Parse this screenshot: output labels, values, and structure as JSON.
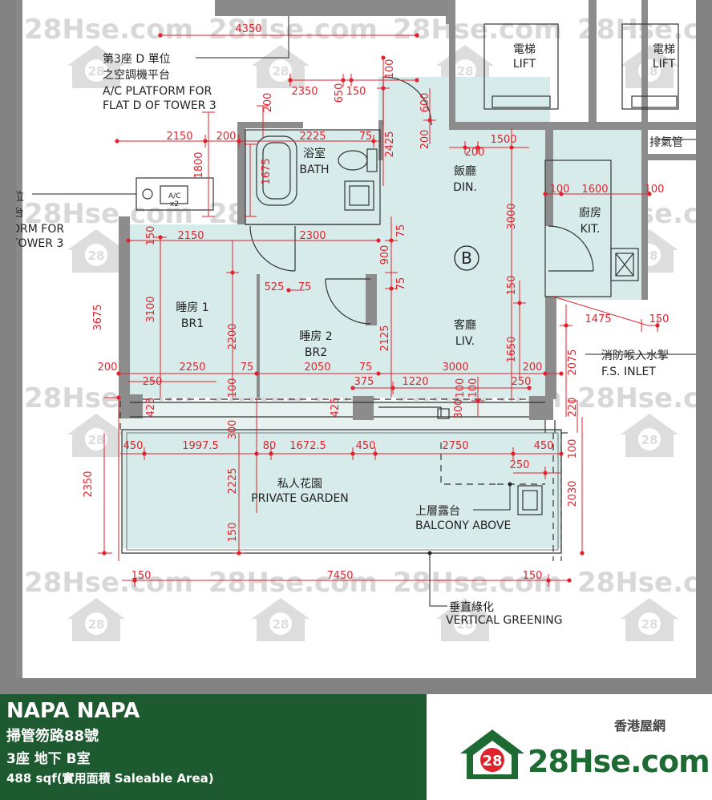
{
  "footer": {
    "project_name": "NAPA NAPA",
    "address": "掃管笏路88號",
    "unit": "3座 地下 B室",
    "area": "488 sqf(實用面積 Saleable Area)",
    "tagline": "香港屋網",
    "logo_text": "28Hse.com",
    "logo_badge": "28"
  },
  "watermark": {
    "text": "28Hse.com",
    "badge": "28"
  },
  "plan": {
    "unit_letter": "B",
    "rooms": {
      "bath": {
        "zh": "浴室",
        "en": "BATH"
      },
      "dining": {
        "zh": "飯廳",
        "en": "DIN."
      },
      "kitchen": {
        "zh": "廚房",
        "en": "KIT."
      },
      "br1": {
        "zh": "睡房 1",
        "en": "BR1"
      },
      "br2": {
        "zh": "睡房 2",
        "en": "BR2"
      },
      "living": {
        "zh": "客廳",
        "en": "LIV."
      },
      "garden": {
        "zh": "私人花園",
        "en": "PRIVATE  GARDEN"
      },
      "lift1": {
        "zh": "電梯",
        "en": "LIFT"
      },
      "lift2": {
        "zh": "電梯",
        "en": "LIFT"
      }
    },
    "notes": {
      "ac_zh1": "第3座 D 單位",
      "ac_zh2": "之空調機平台",
      "ac_en1": "A/C  PLATFORM  FOR",
      "ac_en2": "FLAT  D OF  TOWER  3",
      "left_zh1": "位",
      "left_zh2": "台",
      "left_en1": "ORM  FOR",
      "left_en2": "TOWER  3",
      "exhaust": "排氣管",
      "fs_zh": "消防喉入水掣",
      "fs_en": "F.S. INLET",
      "balcony_zh": "上層露台",
      "balcony_en": "BALCONY ABOVE",
      "green_zh": "垂直綠化",
      "green_en": "VERTICAL GREENING",
      "ac_unit": "A/C",
      "ac_unit_count": "x2"
    },
    "dims": {
      "d4350": "4350",
      "d2350_top": "2350",
      "d650": "650",
      "d150_top": "150",
      "d100_top": "100",
      "d200_v_top": "200",
      "d2150_top": "2150",
      "d200_top": "200",
      "d2225_top": "2225",
      "d75_top": "75",
      "d2425": "2425",
      "d600": "600",
      "d200_din": "200",
      "d200_din2": "200",
      "d1500": "1500",
      "d1800": "1800",
      "d1675": "1675",
      "d100_k1": "100",
      "d1600": "1600",
      "d100_k2": "100",
      "d3000_v": "3000",
      "d150_br": "150",
      "d2150_br": "2150",
      "d2300": "2300",
      "d75_a": "75",
      "d900": "900",
      "d75_b": "75",
      "d525": "525",
      "d75_c": "75",
      "d3675": "3675",
      "d3100": "3100",
      "d2200": "2200",
      "d2125": "2125",
      "d150_liv": "150",
      "d1650": "1650",
      "d1475": "1475",
      "d150_fs": "150",
      "d2075": "2075",
      "d200_l": "200",
      "d2250": "2250",
      "d75_d": "75",
      "d2050": "2050",
      "d75_e": "75",
      "d3000_h": "3000",
      "d200_r": "200",
      "d250_a": "250",
      "d375": "375",
      "d1220": "1220",
      "d250_b": "250",
      "d100_m": "100",
      "d425_a": "425",
      "d100_b": "100",
      "d425_b": "425",
      "d300_m": "300",
      "d100_c": "100",
      "d300_l": "300",
      "d220": "220",
      "d450_a": "450",
      "d1997": "1997.5",
      "d80": "80",
      "d1672": "1672.5",
      "d450_b": "450",
      "d2750": "2750",
      "d450_c": "450",
      "d100_r": "100",
      "d250_c": "250",
      "d2350_v": "2350",
      "d2225_v": "2225",
      "d2030": "2030",
      "d150_g": "150",
      "d150_bl": "150",
      "d7450": "7450",
      "d150_br2": "150"
    }
  }
}
